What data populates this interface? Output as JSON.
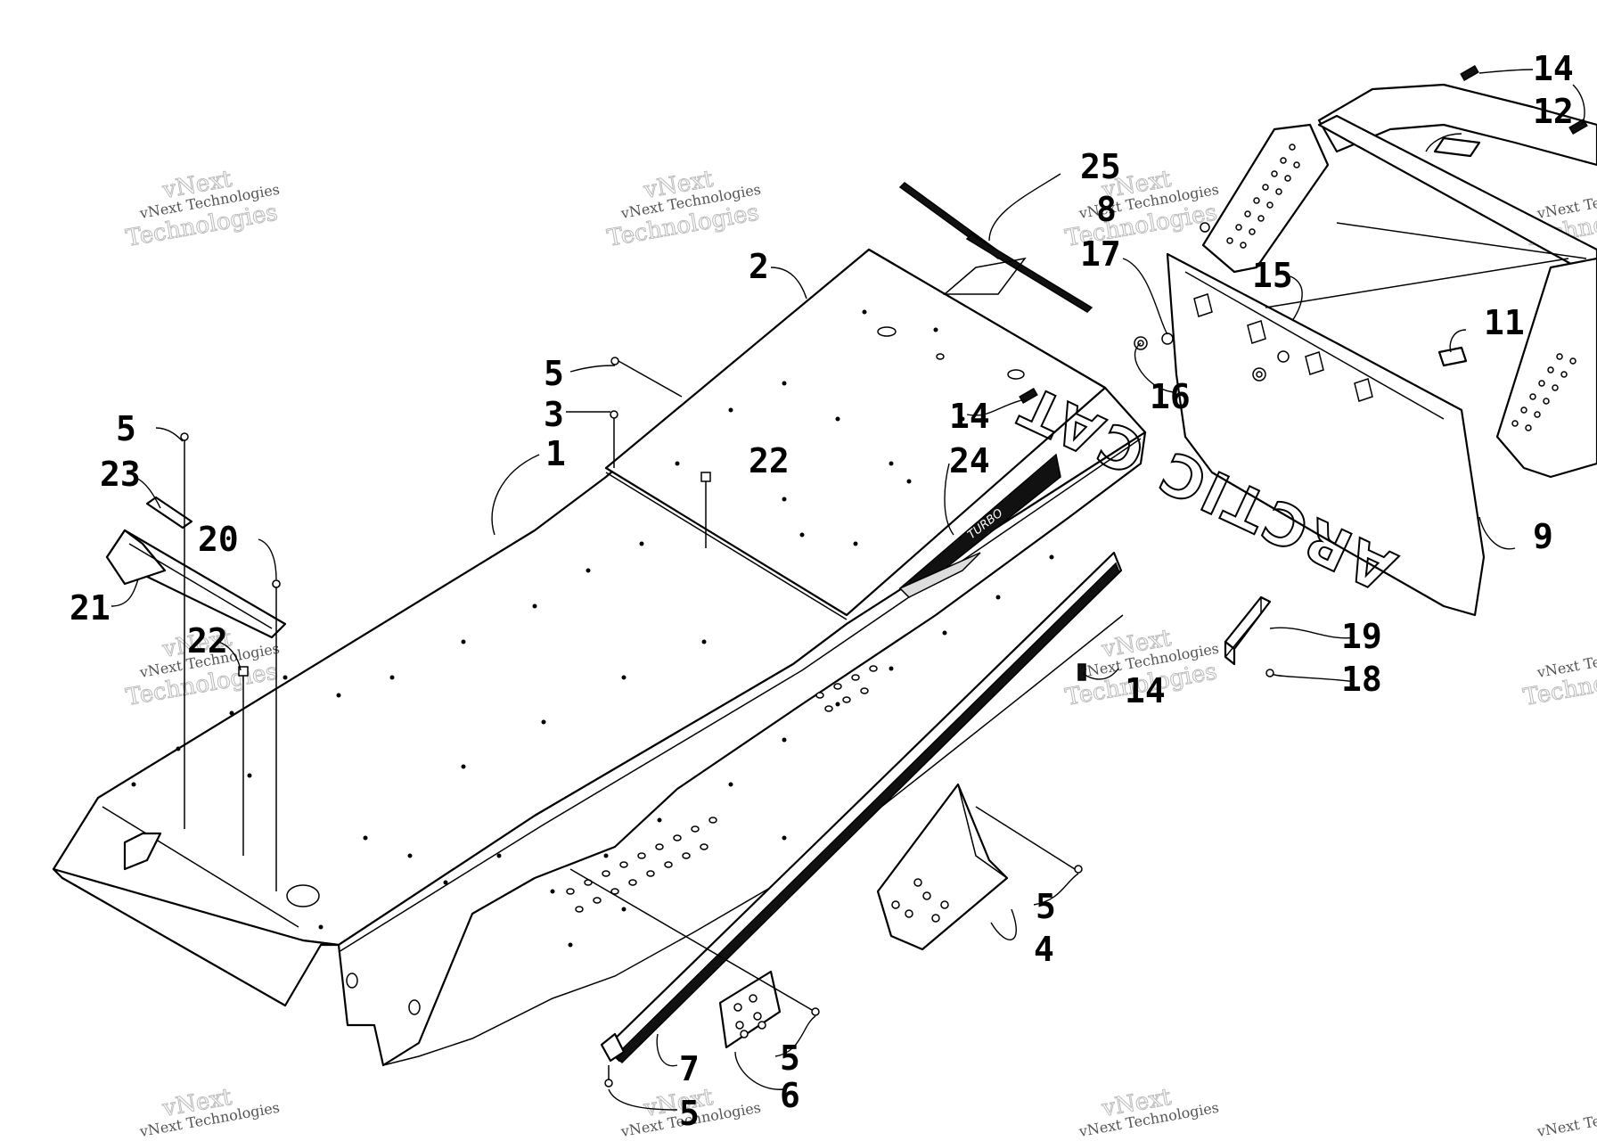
{
  "diagram": {
    "callouts": [
      "1",
      "2",
      "3",
      "4",
      "5",
      "6",
      "7",
      "8",
      "9",
      "11",
      "12",
      "14",
      "15",
      "16",
      "17",
      "18",
      "19",
      "20",
      "21",
      "22",
      "23",
      "24",
      "25"
    ],
    "watermark": {
      "line1": "vNext Technologies",
      "line2": "Technologies",
      "overlay": "vNext"
    },
    "flap_logo": "ARCTIC CAT",
    "decal_text": "TURBO"
  }
}
